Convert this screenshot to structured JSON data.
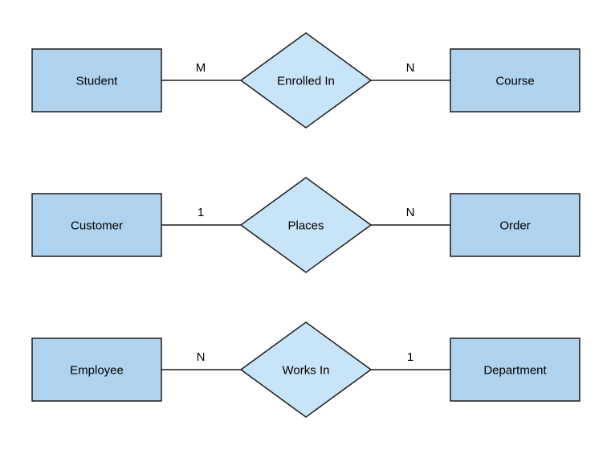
{
  "palette": {
    "canvas_background": "#ffffff",
    "entity_fill": "#AFD3EE",
    "relationship_fill": "#C8E4F8",
    "shape_stroke": "#1b1b1b",
    "text_color": "#000000"
  },
  "relationships": [
    {
      "left_entity": "Student",
      "left_cardinality": "M",
      "name": "Enrolled In",
      "right_cardinality": "N",
      "right_entity": "Course"
    },
    {
      "left_entity": "Customer",
      "left_cardinality": "1",
      "name": "Places",
      "right_cardinality": "N",
      "right_entity": "Order"
    },
    {
      "left_entity": "Employee",
      "left_cardinality": "N",
      "name": "Works In",
      "right_cardinality": "1",
      "right_entity": "Department"
    }
  ]
}
